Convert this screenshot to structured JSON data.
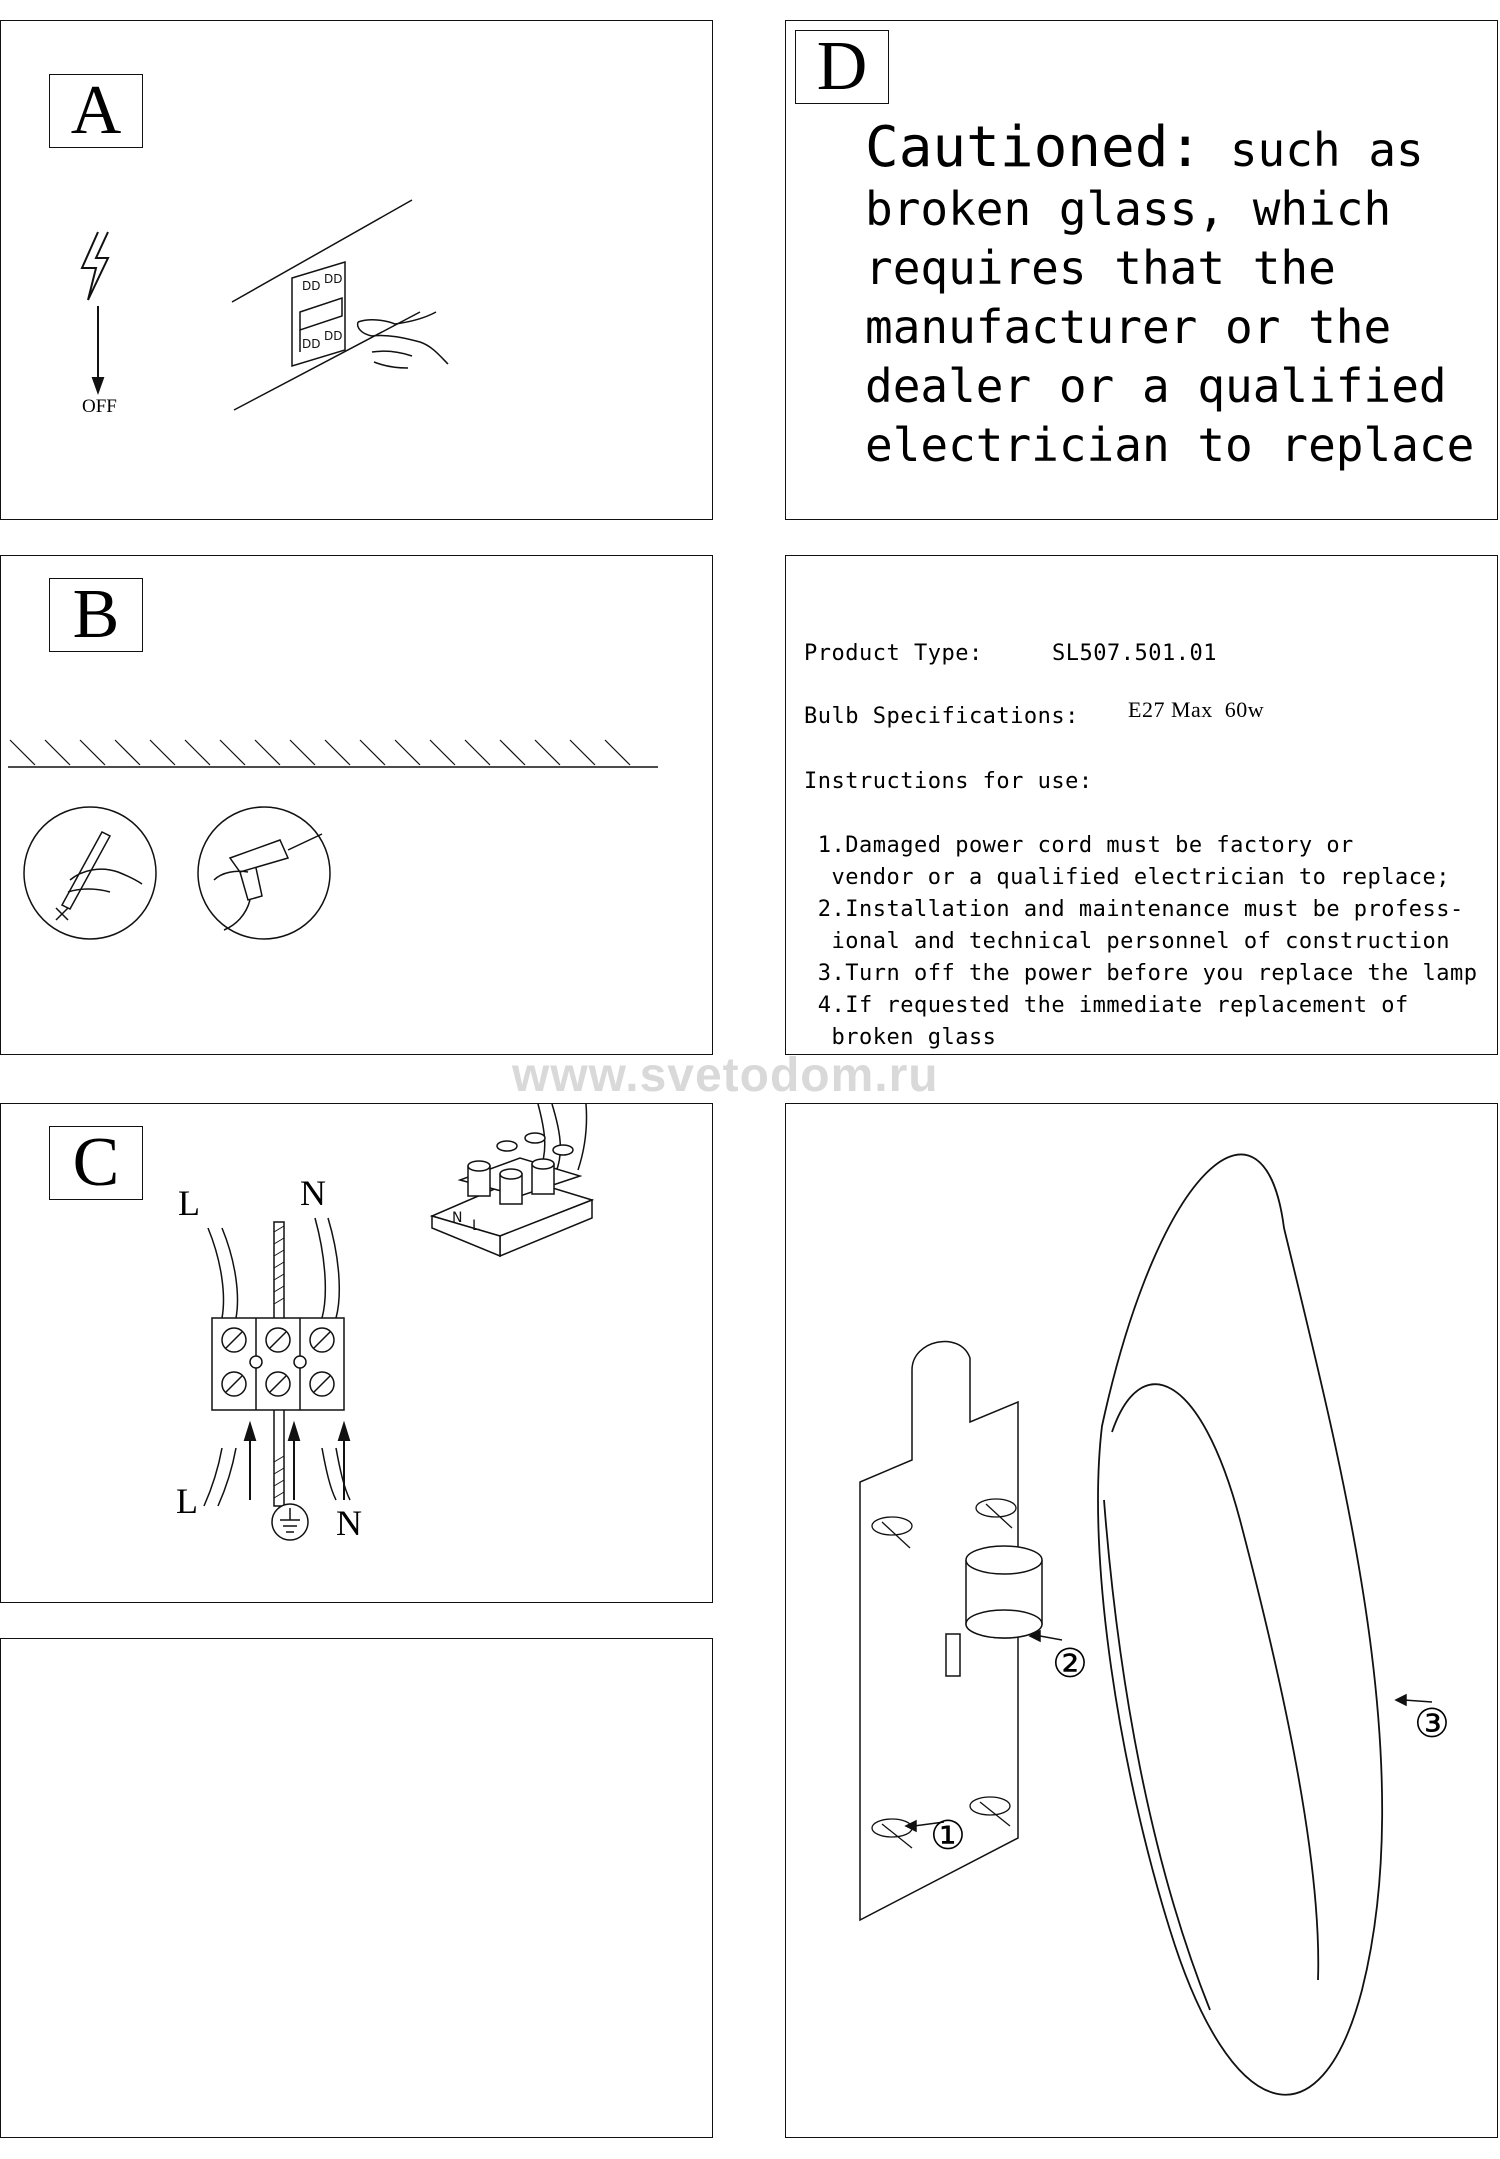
{
  "panels": {
    "a": {
      "letter": "A",
      "off_label": "OFF"
    },
    "b": {
      "letter": "B"
    },
    "c": {
      "letter": "C",
      "label_l_top": "L",
      "label_n_top": "N",
      "label_l_bottom": "L",
      "label_n_bottom": "N"
    },
    "d": {
      "letter": "D",
      "caution_heading": "Cautioned:",
      "caution_lines": [
        " such as",
        "broken glass, which",
        "requires that the",
        "manufacturer or the",
        "dealer or a qualified",
        "electrician to replace"
      ]
    },
    "spec": {
      "product_type_label": "Product Type:",
      "product_type_value": "SL507.501.01",
      "bulb_label": "Bulb Specifications:",
      "bulb_value": "E27 Max  60w",
      "instructions_label": "Instructions for use:",
      "instructions": [
        " 1.Damaged power cord must be factory or",
        "  vendor or a qualified electrician to replace;",
        " 2.Installation and maintenance must be profess-",
        "  ional and technical personnel of construction",
        " 3.Turn off the power before you replace the lamp",
        " 4.If requested the immediate replacement of",
        "  broken glass"
      ]
    },
    "assembly": {
      "callout_1": "①",
      "callout_2": "②",
      "callout_3": "③"
    }
  },
  "watermark": "www.svetodom.ru"
}
